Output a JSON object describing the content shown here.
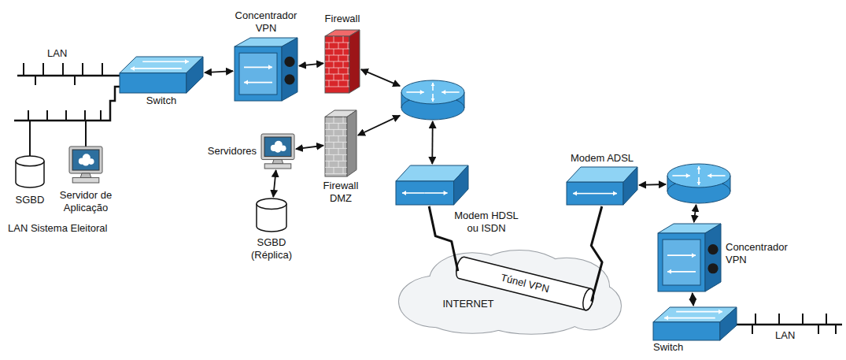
{
  "diagram": {
    "nodes": [
      {
        "text": [
          "Switch"
        ]
      },
      {
        "text": [
          "Concentrador VPN"
        ]
      },
      {
        "text": [
          "Firewall"
        ]
      },
      {
        "text": []
      },
      {
        "text": [
          "Servidores"
        ]
      },
      {
        "text": [
          "Firewall DMZ"
        ]
      },
      {
        "text": [
          "SGBD (Réplica)"
        ]
      },
      {
        "text": [
          "SGBD"
        ]
      },
      {
        "text": [
          "Servidor de Aplicação"
        ]
      },
      {
        "text": [
          "Modem HDSL ou ISDN"
        ]
      },
      {
        "text": [
          "INTERNET"
        ]
      },
      {
        "text": [
          "Túnel VPN"
        ],
        "in": 10
      },
      {
        "text": [
          "Modem ADSL"
        ]
      },
      {
        "text": []
      },
      {
        "text": [
          "Concentrador VPN"
        ]
      },
      {
        "text": [
          "Switch"
        ]
      }
    ],
    "edges": [
      {
        "from": 0,
        "to": 1,
        "arrow": "both"
      },
      {
        "from": 1,
        "to": 2,
        "arrow": "both"
      },
      {
        "from": 2,
        "to": 3,
        "arrow": "both"
      },
      {
        "from": 5,
        "to": 3,
        "arrow": "both"
      },
      {
        "from": 4,
        "to": 5,
        "arrow": "both"
      },
      {
        "from": 4,
        "to": 6,
        "arrow": "both"
      },
      {
        "from": 3,
        "to": 9,
        "arrow": "both"
      },
      {
        "from": 9,
        "to": 11,
        "arrow": "none"
      },
      {
        "from": 11,
        "to": 12,
        "arrow": "none"
      },
      {
        "from": 12,
        "to": 13,
        "arrow": "both"
      },
      {
        "from": 13,
        "to": 14,
        "arrow": "both"
      },
      {
        "from": 14,
        "to": 15,
        "arrow": "both"
      }
    ],
    "labels": [
      "LAN",
      "LAN Sistema Eleitoral",
      "LAN"
    ]
  }
}
